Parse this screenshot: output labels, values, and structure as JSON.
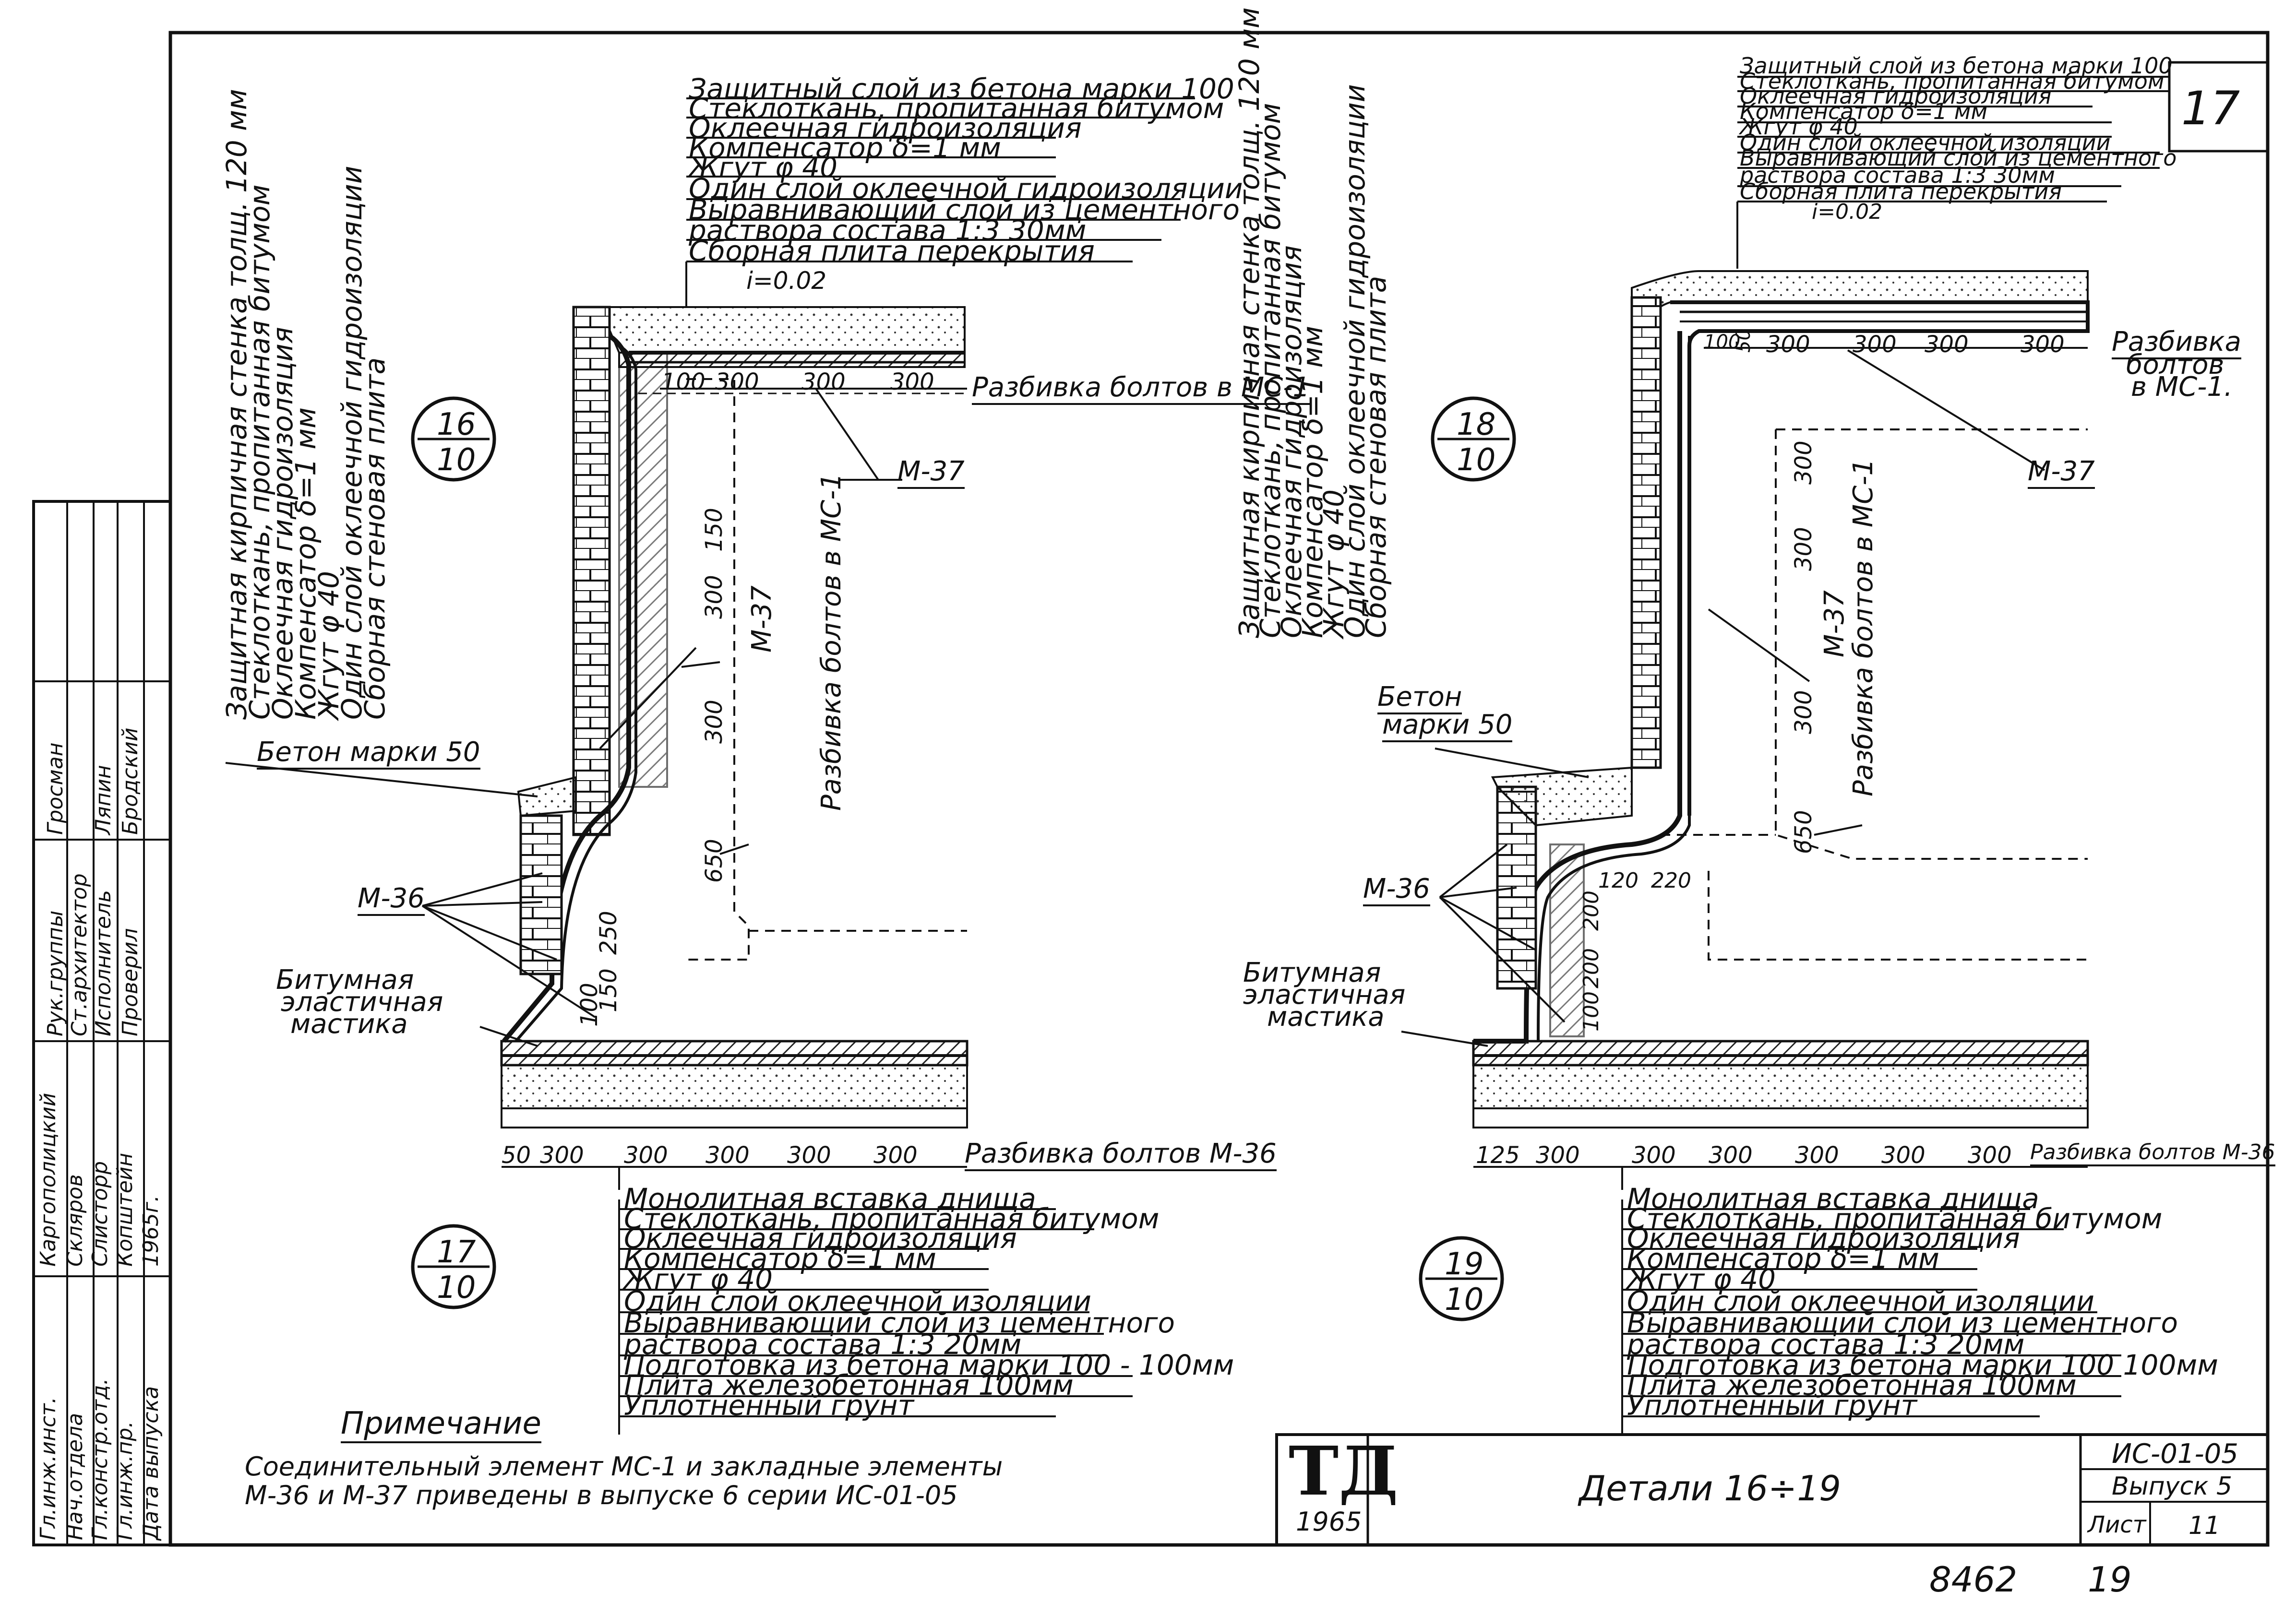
{
  "sheet_number_corner": "17",
  "detail16": {
    "marker_top": "16",
    "marker_bottom": "10",
    "top_layers": [
      "Защитный слой из бетона марки 100",
      "Стеклоткань, пропитанная битумом",
      "Оклеечная гидроизоляция",
      "Компенсатор δ=1 мм",
      "Жгут φ 40",
      "Один слой оклеечной гидроизоляции",
      "Выравнивающий слой из цементного",
      "раствора состава 1:3 30мм",
      "Сборная плита перекрытия"
    ],
    "slope": "i=0.02",
    "wall_layers": [
      "Защитная кирпичная стенка толщ. 120 мм",
      "Стеклоткань, пропитанная битумом",
      "Оклеечная гидроизоляция",
      "Компенсатор δ=1 мм",
      "Жгут φ 40",
      "Один слой оклеечной гидроизоляции",
      "Сборная стеновая плита"
    ],
    "bolts_top": "Разбивка болтов в МС-1",
    "bolts_vertical": "Разбивка болтов в МС-1",
    "m37": "М-37",
    "m36": "М-36",
    "concrete50": "Бетон марки 50",
    "mastic": [
      "Битумная",
      "эластичная",
      "мастика"
    ],
    "dims_top": [
      "100",
      "300",
      "300",
      "300"
    ],
    "dims_vertical": [
      "150",
      "300",
      "300",
      "650"
    ],
    "dims_small": [
      "250",
      "150",
      "100"
    ],
    "dims_bottom": [
      "50",
      "300",
      "300",
      "300",
      "300",
      "300"
    ],
    "bolts_bottom": "Разбивка болтов М-36"
  },
  "detail17": {
    "marker_top": "17",
    "marker_bottom": "10",
    "layers": [
      "Монолитная вставка днища",
      "Стеклоткань, пропитанная битумом",
      "Оклеечная гидроизоляция",
      "Компенсатор δ=1 мм",
      "Жгут φ 40",
      "Один слой оклеечной изоляции",
      "Выравнивающий слой из цементного",
      "раствора состава 1:3 20мм",
      "Подготовка из бетона марки 100 - 100мм",
      "Плита железобетонная 100мм",
      "Уплотненный грунт"
    ]
  },
  "detail18": {
    "marker_top": "18",
    "marker_bottom": "10",
    "top_layers": [
      "Защитный слой из бетона марки 100",
      "Стеклоткань, пропитанная битумом",
      "Оклеечная гидроизоляция",
      "Компенсатор δ=1 мм",
      "Жгут φ 40",
      "Один слой оклеечной изоляции",
      "Выравнивающий слой из цементного",
      "раствора состава 1:3 30мм",
      "Сборная плита перекрытия"
    ],
    "slope": "i=0.02",
    "wall_layers": [
      "Защитная кирпичная стенка толщ. 120 мм",
      "Стеклоткань, пропитанная битумом",
      "Оклеечная гидроизоляция",
      "Компенсатор δ=1 мм",
      "Жгут φ 40",
      "Один слой оклеечной гидроизоляции",
      "Сборная стеновая плита"
    ],
    "bolts_top": [
      "Разбивка",
      "болтов",
      "в МС-1."
    ],
    "bolts_vertical": "Разбивка болтов в МС-1",
    "m37": "М-37",
    "m36": "М-36",
    "concrete50": [
      "Бетон",
      "марки 50"
    ],
    "mastic": [
      "Битумная",
      "эластичная",
      "мастика"
    ],
    "dims_top": [
      "100",
      "50",
      "300",
      "300",
      "300",
      "300"
    ],
    "dims_vertical": [
      "300",
      "300",
      "300",
      "650"
    ],
    "dims_small": [
      "120",
      "220",
      "200",
      "200",
      "100"
    ],
    "dims_bottom": [
      "125",
      "300",
      "300",
      "300",
      "300",
      "300",
      "300"
    ],
    "bolts_bottom": "Разбивка болтов М-36"
  },
  "detail19": {
    "marker_top": "19",
    "marker_bottom": "10",
    "layers": [
      "Монолитная вставка днища",
      "Стеклоткань, пропитанная битумом",
      "Оклеечная гидроизоляция",
      "Компенсатор δ=1 мм",
      "Жгут φ 40",
      "Один слой оклеечной изоляции",
      "Выравнивающий слой из цементного",
      "раствора состава 1:3 20мм",
      "Подготовка из бетона марки 100 100мм",
      "Плита железобетонная 100мм",
      "Уплотненный грунт"
    ]
  },
  "note": {
    "heading": "Примечание",
    "line1": "Соединительный элемент МС-1 и закладные элементы",
    "line2": "М-36 и М-37 приведены в выпуске 6 серии ИС-01-05"
  },
  "title_block": {
    "logo": "ТД",
    "logo_year": "1965",
    "title": "Детали 16÷19",
    "series": "ИС-01-05",
    "issue": "Выпуск 5",
    "sheet_label": "Лист",
    "sheet_value": "11"
  },
  "side_stamp": {
    "roles": [
      "Гл.инж.инст.",
      "Нач.отдела",
      "Гл.констр.отд.",
      "Гл.инж.пр.",
      "Дата выпуска"
    ],
    "names": [
      "Каргополицкий",
      "Скляров",
      "Слисторр",
      "Копштейн",
      "1965г."
    ],
    "roles2": [
      "Рук.группы",
      "Ст.архитектор",
      "Исполнитель",
      "Проверил"
    ],
    "names2": [
      "Гросман",
      "Ляпин",
      "Бродский"
    ]
  },
  "bottom_numbers": [
    "8462",
    "19"
  ]
}
